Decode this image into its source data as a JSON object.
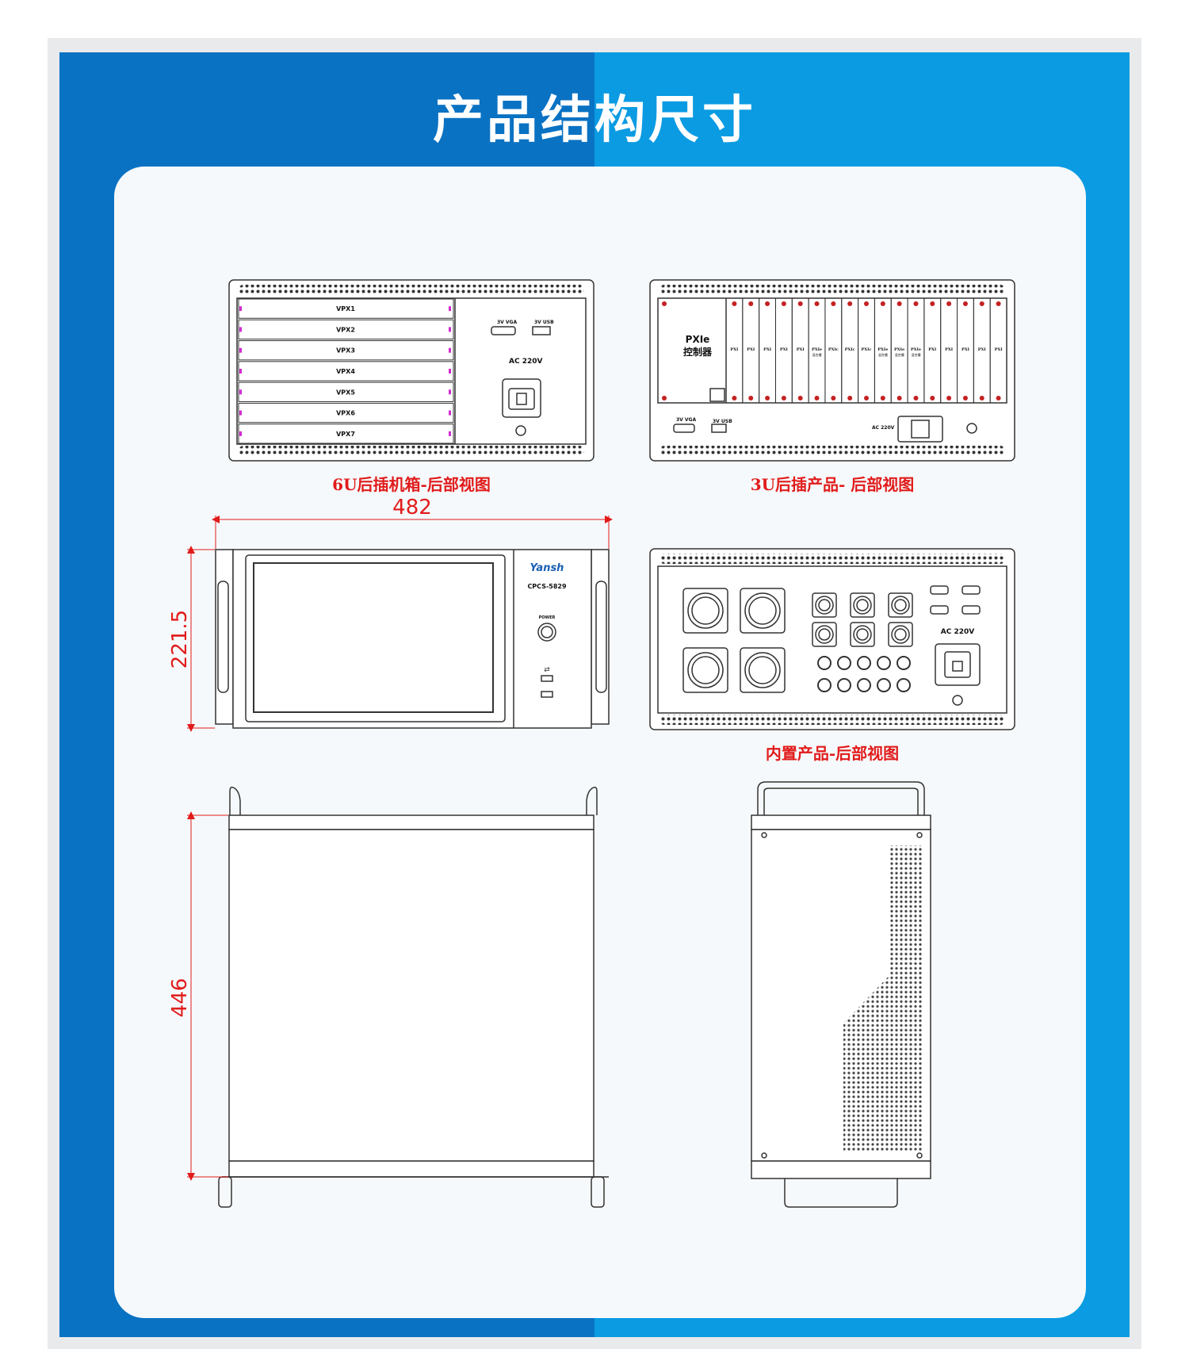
{
  "page": {
    "title": "产品结构尺寸"
  },
  "colors": {
    "banner_left": "#0a72c3",
    "banner_right": "#0b9be2",
    "label_red": "#e11b1b",
    "line": "#333333"
  },
  "views": {
    "chassis_6u": {
      "caption": "6U后插机箱-后部视图",
      "slots": [
        "VPX1",
        "VPX2",
        "VPX3",
        "VPX4",
        "VPX5",
        "VPX6",
        "VPX7"
      ],
      "vga_label": "3V VGA",
      "usb_label": "3V USB",
      "power_label": "AC 220V"
    },
    "chassis_3u": {
      "caption": "3U后插产品- 后部视图",
      "controller_line1": "PXIe",
      "controller_line2": "控制器",
      "slots": [
        "PXI",
        "PXI",
        "PXI",
        "PXI",
        "PXI",
        "PXIe",
        "PXIc",
        "PXIc",
        "PXIc",
        "PXIe",
        "PXIe",
        "PXIe",
        "PXI",
        "PXI",
        "PXI",
        "PXI",
        "PXI"
      ],
      "slot_sub": "混合槽",
      "vga_label": "3V VGA",
      "usb_label": "3V USB",
      "power_label": "AC 220V"
    },
    "front": {
      "width_dim": "482",
      "height_dim": "221.5",
      "brand": "Yansh",
      "model": "CPCS-5829",
      "power_label": "POWER"
    },
    "built_in": {
      "caption": "内置产品-后部视图",
      "power_label": "AC 220V"
    },
    "top": {
      "depth_dim": "446"
    }
  }
}
